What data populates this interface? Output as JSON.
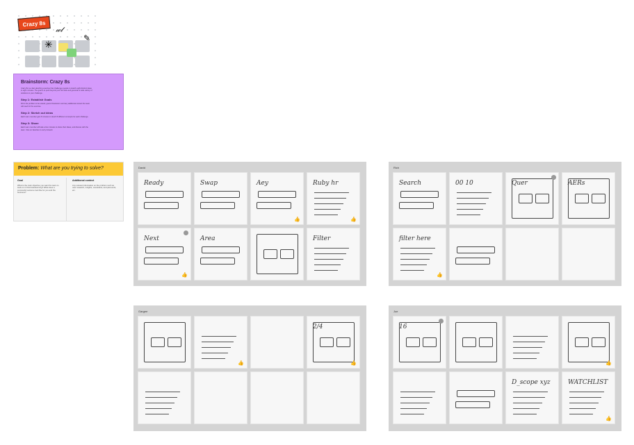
{
  "thumbnail": {
    "label": "Crazy 8s"
  },
  "brainstorm": {
    "title": "Brainstorm: Crazy 8s",
    "intro": "Crazy 8s is a fast sketching exercise that challenges people to sketch eight distinct ideas in eight minutes. The goal is to push beyond your first idea and generate a wide variety of solutions to your challenge.",
    "steps": [
      {
        "title": "Step 1: Establish Goals",
        "text": "Fill in the problem to be solved, goal of brainstorm and any additional context the team will need for the exercise."
      },
      {
        "title": "Step 2: Sketch out ideas",
        "text": "Each team member gets 8 minutes to sketch 8 different concepts for each challenge."
      },
      {
        "title": "Step 3: Share",
        "text": "Each team member will take a few minutes to share their ideas, and discuss with the team. Vote on favorites to carry forward."
      }
    ]
  },
  "problem": {
    "title_prefix": "Problem:",
    "title_question": "What are you trying to solve?",
    "goal_label": "Goal",
    "goal_text": "What is the main objective you want the team to work on in this brainstorming? What does a successful outcome look like for you and the business?",
    "context_label": "Additional context",
    "context_text": "Any relevant information on the problem such as user research, insights, constraints, and past work, etc."
  },
  "sections": [
    {
      "name": "David",
      "cards": [
        {
          "text": "Ready",
          "kind": "bars",
          "thumbs": false,
          "avatar": false
        },
        {
          "text": "Swap",
          "kind": "bars",
          "thumbs": false,
          "avatar": false
        },
        {
          "text": "Aey",
          "kind": "bars",
          "thumbs": true,
          "avatar": false
        },
        {
          "text": "Ruby hr",
          "kind": "lines",
          "thumbs": true,
          "avatar": false
        },
        {
          "text": "Next",
          "kind": "bars",
          "thumbs": true,
          "avatar": true
        },
        {
          "text": "Area",
          "kind": "bars",
          "thumbs": false,
          "avatar": false
        },
        {
          "text": "",
          "kind": "frame",
          "thumbs": false,
          "avatar": false
        },
        {
          "text": "Filter",
          "kind": "lines",
          "thumbs": false,
          "avatar": false
        }
      ]
    },
    {
      "name": "Rich",
      "cards": [
        {
          "text": "Search",
          "kind": "bars",
          "thumbs": false,
          "avatar": false
        },
        {
          "text": "00 10",
          "kind": "lines",
          "thumbs": false,
          "avatar": false
        },
        {
          "text": "Quer",
          "kind": "frame",
          "thumbs": false,
          "avatar": true
        },
        {
          "text": "AERs",
          "kind": "frame",
          "thumbs": false,
          "avatar": false
        },
        {
          "text": "filter here",
          "kind": "lines",
          "thumbs": true,
          "avatar": false
        },
        {
          "text": "",
          "kind": "bars",
          "thumbs": false,
          "avatar": false
        },
        {
          "text": "",
          "kind": "empty",
          "thumbs": false,
          "avatar": false
        },
        {
          "text": "",
          "kind": "empty",
          "thumbs": false,
          "avatar": false
        }
      ]
    },
    {
      "name": "Gargee",
      "cards": [
        {
          "text": "",
          "kind": "frame",
          "thumbs": false,
          "avatar": false
        },
        {
          "text": "",
          "kind": "lines",
          "thumbs": true,
          "avatar": false
        },
        {
          "text": "",
          "kind": "empty",
          "thumbs": false,
          "avatar": false
        },
        {
          "text": "2/4",
          "kind": "frame",
          "thumbs": true,
          "avatar": false
        },
        {
          "text": "",
          "kind": "lines",
          "thumbs": false,
          "avatar": false
        },
        {
          "text": "",
          "kind": "empty",
          "thumbs": false,
          "avatar": false
        },
        {
          "text": "",
          "kind": "empty",
          "thumbs": false,
          "avatar": false
        },
        {
          "text": "",
          "kind": "empty",
          "thumbs": false,
          "avatar": false
        }
      ]
    },
    {
      "name": "Joe",
      "cards": [
        {
          "text": "16",
          "kind": "frame",
          "thumbs": false,
          "avatar": true
        },
        {
          "text": "",
          "kind": "frame",
          "thumbs": false,
          "avatar": false
        },
        {
          "text": "",
          "kind": "lines",
          "thumbs": false,
          "avatar": false
        },
        {
          "text": "",
          "kind": "frame",
          "thumbs": true,
          "avatar": false
        },
        {
          "text": "",
          "kind": "lines",
          "thumbs": false,
          "avatar": false
        },
        {
          "text": "",
          "kind": "bars",
          "thumbs": false,
          "avatar": false
        },
        {
          "text": "D_scope xyz",
          "kind": "lines",
          "thumbs": false,
          "avatar": false
        },
        {
          "text": "WATCHLIST",
          "kind": "lines",
          "thumbs": true,
          "avatar": false
        }
      ]
    }
  ],
  "colors": {
    "purple": "#d49afc",
    "yellow": "#fcc935",
    "orange": "#e8471c",
    "section": "#d4d4d4",
    "thumbs": "#2e9e3e"
  }
}
